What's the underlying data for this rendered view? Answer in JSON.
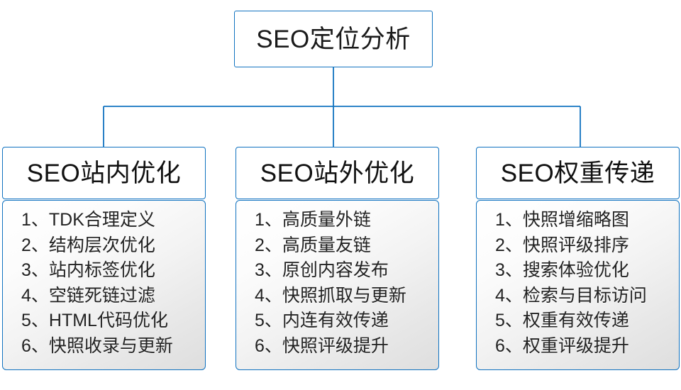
{
  "diagram": {
    "type": "org-chart",
    "accent_color": "#1072c0",
    "background_color": "#ffffff",
    "text_color": "#1a1a1a",
    "root": {
      "title": "SEO定位分析"
    },
    "branches": [
      {
        "id": "on-site",
        "title": "SEO站内优化",
        "items": [
          {
            "index": "1、",
            "text": "TDK合理定义"
          },
          {
            "index": "2、",
            "text": "结构层次优化"
          },
          {
            "index": "3、",
            "text": "站内标签优化"
          },
          {
            "index": "4、",
            "text": "空链死链过滤"
          },
          {
            "index": "5、",
            "text": "HTML代码优化"
          },
          {
            "index": "6、",
            "text": "快照收录与更新"
          }
        ]
      },
      {
        "id": "off-site",
        "title": "SEO站外优化",
        "items": [
          {
            "index": "1、",
            "text": "高质量外链"
          },
          {
            "index": "2、",
            "text": "高质量友链"
          },
          {
            "index": "3、",
            "text": "原创内容发布"
          },
          {
            "index": "4、",
            "text": "快照抓取与更新"
          },
          {
            "index": "5、",
            "text": "内连有效传递"
          },
          {
            "index": "6、",
            "text": "快照评级提升"
          }
        ]
      },
      {
        "id": "weight-transfer",
        "title": "SEO权重传递",
        "items": [
          {
            "index": "1、",
            "text": "快照增缩略图"
          },
          {
            "index": "2、",
            "text": "快照评级排序"
          },
          {
            "index": "3、",
            "text": "搜索体验优化"
          },
          {
            "index": "4、",
            "text": "检索与目标访问"
          },
          {
            "index": "5、",
            "text": "权重有效传递"
          },
          {
            "index": "6、",
            "text": "权重评级提升"
          }
        ]
      }
    ]
  }
}
